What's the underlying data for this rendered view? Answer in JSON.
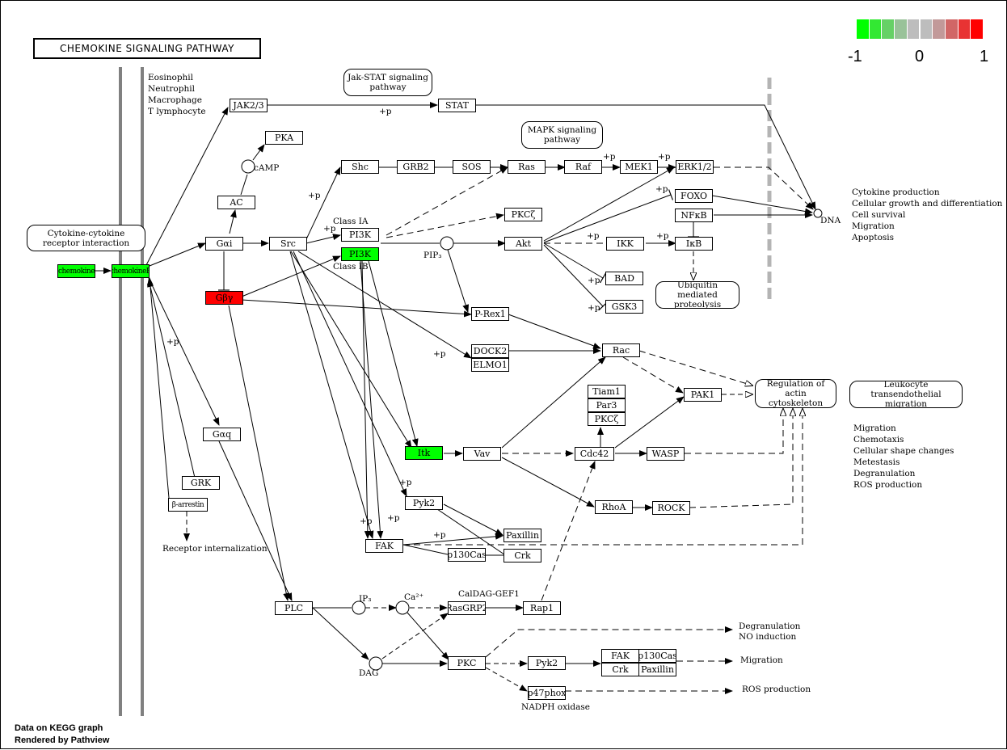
{
  "title": "CHEMOKINE SIGNALING PATHWAY",
  "legend": {
    "colors": [
      "#00ff00",
      "#33e833",
      "#66d166",
      "#99c299",
      "#bdbdbd",
      "#bdbdbd",
      "#c29999",
      "#d16666",
      "#e83333",
      "#ff0000"
    ],
    "ticks": [
      "-1",
      "0",
      "1"
    ]
  },
  "footer": {
    "line1": "Data on KEGG graph",
    "line2": "Rendered by Pathview"
  },
  "status_colors": {
    "up": "#ff0000",
    "down": "#00ff00",
    "neutral": "#ffffff"
  },
  "nodes": {
    "chemokine": "chemokine",
    "chemokineR": "chemokineR",
    "jak": "JAK2/3",
    "stat": "STAT",
    "pka": "PKA",
    "ac": "AC",
    "gai": "Gαi",
    "gbg": "Gβγ",
    "src": "Src",
    "shc": "Shc",
    "grb2": "GRB2",
    "sos": "SOS",
    "ras": "Ras",
    "raf": "Raf",
    "mek1": "MEK1",
    "erk": "ERK1/2",
    "pi3k_a": "PI3K",
    "pi3k_b": "PI3K",
    "pkcz1": "PKCζ",
    "akt": "Akt",
    "foxo": "FOXO",
    "nfkb": "NFκB",
    "ikk": "IKK",
    "ikb": "IκB",
    "bad": "BAD",
    "gsk3": "GSK3",
    "prex1": "P-Rex1",
    "dock2": "DOCK2",
    "elmo1": "ELMO1",
    "rac": "Rac",
    "tiam1": "Tiam1",
    "par3": "Par3",
    "pkcz2": "PKCζ",
    "pak1": "PAK1",
    "gaq": "Gαq",
    "grk": "GRK",
    "barrestin": "β-arrestin",
    "itk": "Itk",
    "vav": "Vav",
    "cdc42": "Cdc42",
    "wasp": "WASP",
    "pyk2a": "Pyk2",
    "rhoa": "RhoA",
    "rock": "ROCK",
    "paxillin": "Paxillin",
    "fak": "FAK",
    "p130cas": "p130Cas",
    "crk": "Crk",
    "plc": "PLC",
    "rasgrp2": "RasGRP2",
    "rap1": "Rap1",
    "pkc": "PKC",
    "pyk2b": "Pyk2",
    "fak2": "FAK",
    "p130cas2": "p130Cas",
    "crk2": "Crk",
    "paxillin2": "Paxillin",
    "p47phox": "p47phox"
  },
  "rnodes": {
    "cytokine": "Cytokine-cytokine receptor interaction",
    "jakstat": "Jak-STAT signaling pathway",
    "mapk": "MAPK signaling pathway",
    "ubiq": "Ubiquitin mediated proteolysis",
    "actin": "Regulation of actin cytoskeleton",
    "leuko": "Leukocyte transendothelial migration"
  },
  "labels": {
    "cells": [
      "Eosinophil",
      "Neutrophil",
      "Macrophage",
      "T lymphocyte"
    ],
    "camp": "cAMP",
    "classIA": "Class IA",
    "classIB": "Class IB",
    "pip3": "PIP₃",
    "dna": "DNA",
    "outcomes1": [
      "Cytokine production",
      "Cellular growth and differentiation",
      "Cell survival",
      "Migration",
      "Apoptosis"
    ],
    "outcomes2": [
      "Migration",
      "Chemotaxis",
      "Cellular shape changes",
      "Metestasis",
      "Degranulation",
      "ROS production"
    ],
    "receptorInt": "Receptor internalization",
    "ip3": "IP₃",
    "ca": "Ca²⁺",
    "dag": "DAG",
    "caldag": "CalDAG-GEF1",
    "degran": [
      "Degranulation",
      "NO induction"
    ],
    "migration": "Migration",
    "ros": "ROS production",
    "nadph": "NADPH oxidase",
    "plusp": "+p"
  }
}
